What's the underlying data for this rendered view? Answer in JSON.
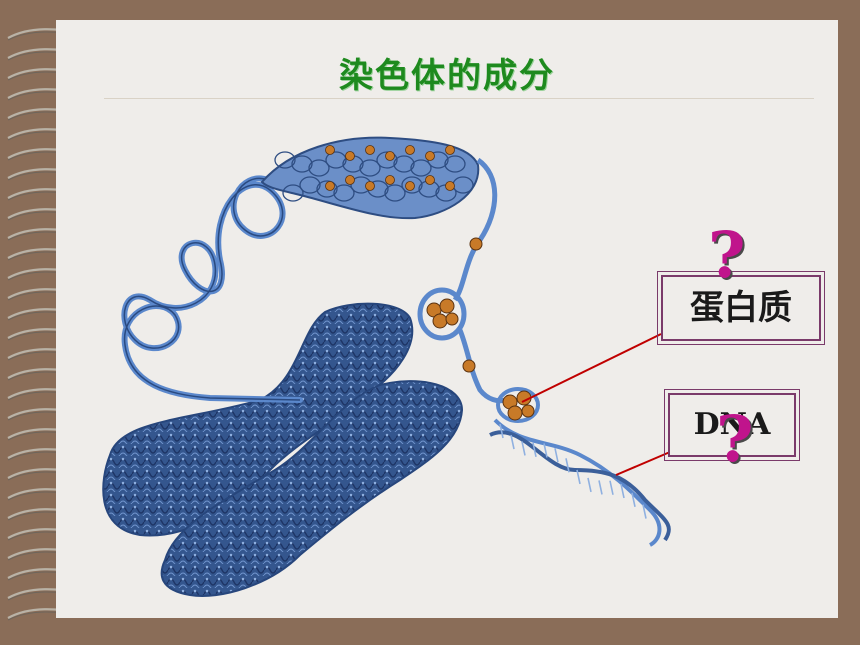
{
  "slide": {
    "title": "染色体的成分",
    "labels": {
      "protein": "蛋白质",
      "dna": "DNA"
    },
    "question_mark": "?"
  },
  "colors": {
    "background": "#8a6d58",
    "page": "#efedea",
    "title": "#1e8a1e",
    "chromatin_blue": "#3b5f9a",
    "histone_orange": "#c87a28",
    "pointer_red": "#c00000",
    "question_magenta": "#c0148c",
    "box_border": "#7a3a6a"
  }
}
